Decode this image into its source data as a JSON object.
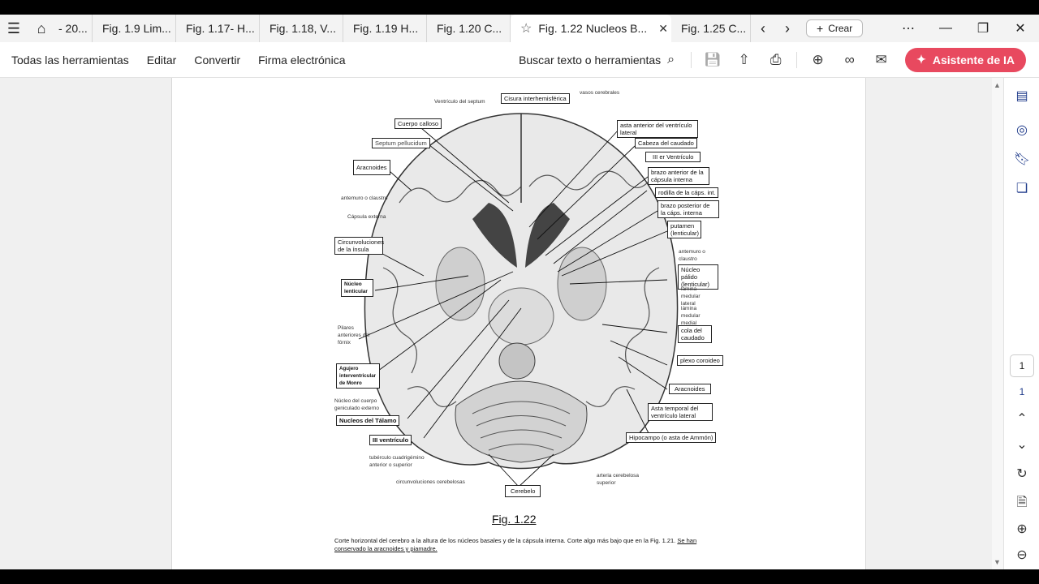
{
  "tabs": {
    "partial_tab": "- 20...",
    "items": [
      {
        "label": "Fig. 1.9 Lim..."
      },
      {
        "label": "Fig. 1.17- H..."
      },
      {
        "label": "Fig. 1.18, V..."
      },
      {
        "label": "Fig. 1.19 H..."
      },
      {
        "label": "Fig. 1.20 C..."
      }
    ],
    "active": {
      "label": "Fig. 1.22 Nucleos B..."
    },
    "after": {
      "label": "Fig. 1.25 C..."
    },
    "create_label": "Crear"
  },
  "toolbar": {
    "menu": [
      "Todas las herramientas",
      "Editar",
      "Convertir",
      "Firma electrónica"
    ],
    "search_label": "Buscar texto o herramientas",
    "ai_label": "Asistente de IA"
  },
  "figure": {
    "labels": {
      "ventriculo_septum": "Ventrículo del septum",
      "cisura": "Cisura interhemisférica",
      "vasos": "vasos cerebrales",
      "cuerpo_calloso": "Cuerpo calloso",
      "septum_pellucidum": "Septum pellucidum",
      "aracnoides_left": "Aracnoides",
      "antemuro": "antemuro o claustro",
      "capsula_externa": "Cápsula externa",
      "circunvoluciones_insula": "Circunvoluciones de la ínsula",
      "nucleo_lenticular": "Núcleo lenticular",
      "pilares_fornix": "Pilares anteriores del fórnix",
      "agujero_monro": "Agujero interventricular de Monro",
      "nucleo_geniculado": "Núcleo del cuerpo geniculado externo",
      "nucleos_talamo": "Nucleos del Tálamo",
      "iii_ventriculo_left": "III ventrículo",
      "tuberculo": "tubérculo cuadrigémino anterior o superior",
      "circunvoluciones_cerebelosas": "circunvoluciones cerebelosas",
      "cerebelo": "Cerebelo",
      "asta_anterior": "asta anterior del ventrículo lateral",
      "cabeza_caudado": "Cabeza del caudado",
      "iii_ventriculo_right": "III er Ventrículo",
      "brazo_anterior": "brazo anterior de la cápsula interna",
      "rodilla": "rodilla de la cáps. int.",
      "brazo_posterior": "brazo posterior de la cáps. interna",
      "putamen": "putamen (lenticular)",
      "antemuro_right": "antemuro o claustro",
      "nucleo_palido": "Núcleo pálido (lenticular)",
      "lamina_lateral": "lámina medular lateral",
      "lamina_medial": "lámina medular medial",
      "cola_caudado": "cola del caudado",
      "plexo": "plexo coroideo",
      "aracnoides_right": "Aracnoides",
      "asta_temporal": "Asta temporal del ventrículo lateral",
      "hipocampo": "Hipocampo (o asta de Ammón)",
      "arteria": "arteria cerebelosa superior"
    },
    "title": "Fig. 1.22",
    "caption_part1": "Corte horizontal del cerebro a la altura de los núcleos basales y de la cápsula interna. Corte algo más bajo que en la Fig. 1.21. ",
    "caption_part2": "Se han conservado la aracnoides y piamadre."
  },
  "sidebar": {
    "page_current": "1",
    "page_total": "1"
  }
}
